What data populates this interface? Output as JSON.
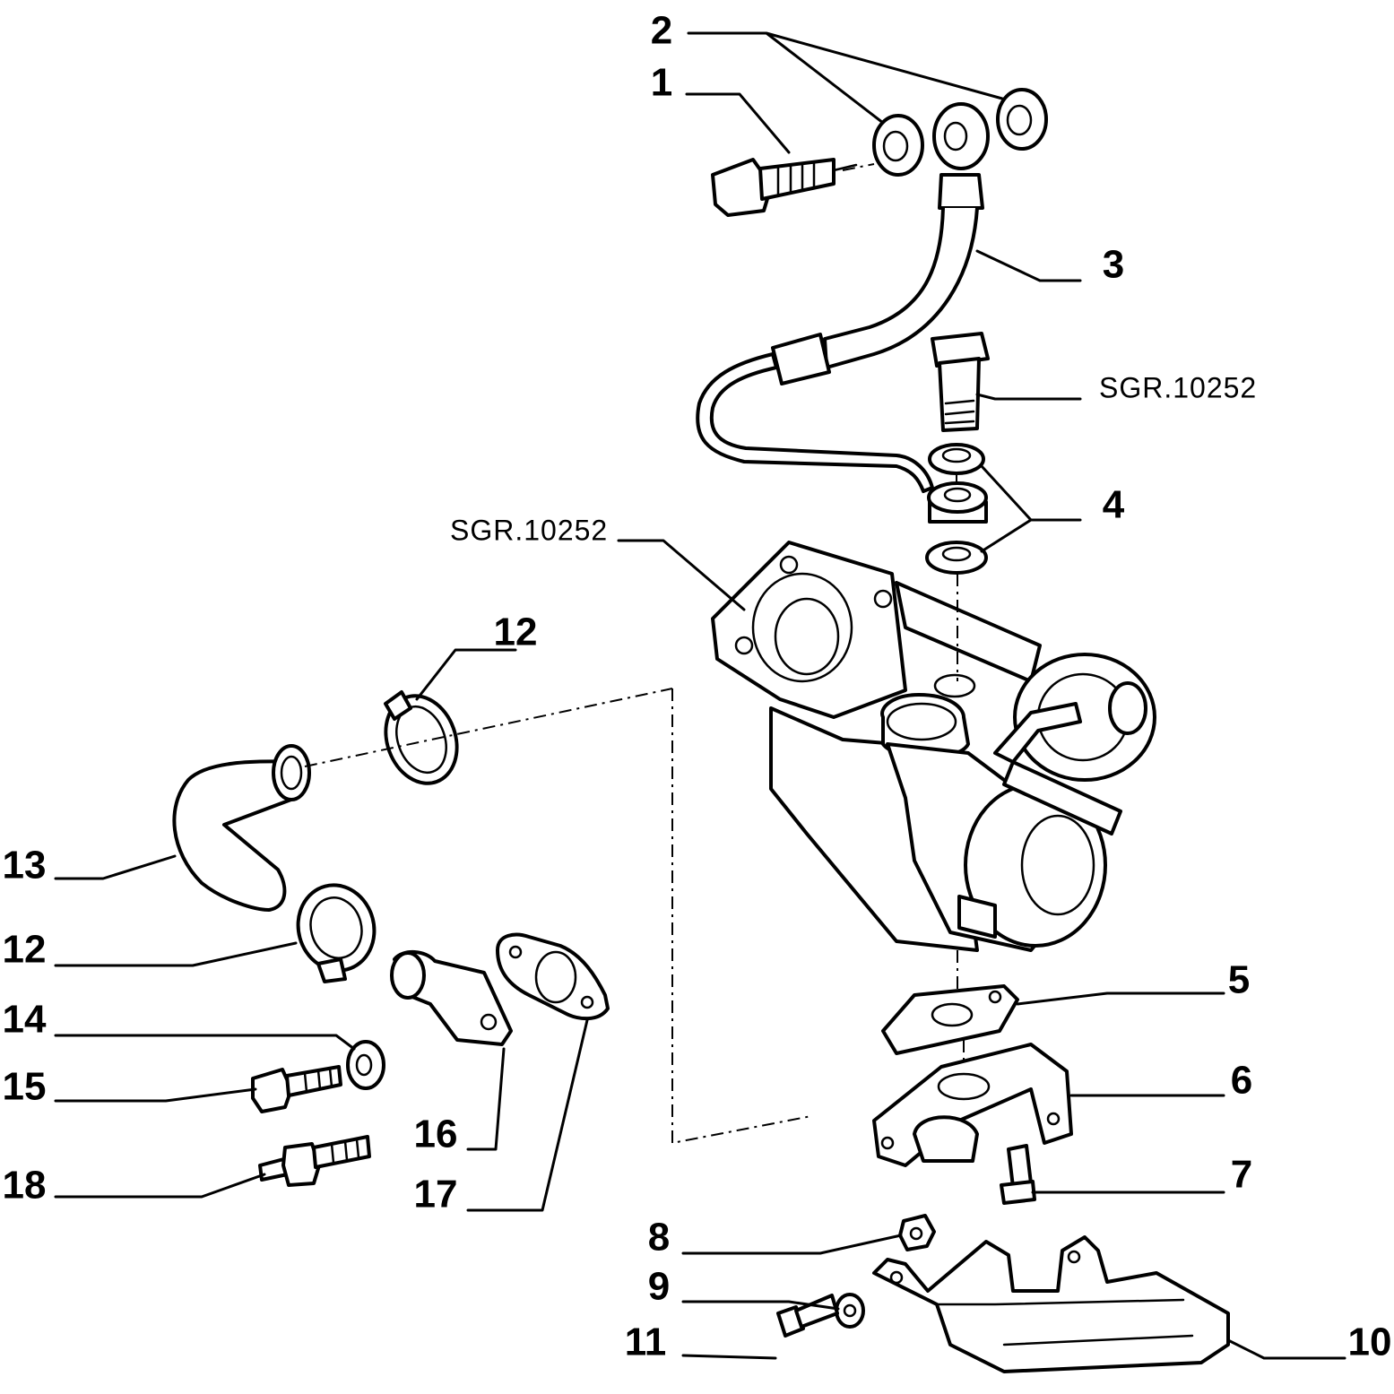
{
  "diagram": {
    "callouts": {
      "c1": "1",
      "c2": "2",
      "c3": "3",
      "c4": "4",
      "c5": "5",
      "c6": "6",
      "c7": "7",
      "c8": "8",
      "c9": "9",
      "c10": "10",
      "c11": "11",
      "c12a": "12",
      "c12b": "12",
      "c13": "13",
      "c14": "14",
      "c15": "15",
      "c16": "16",
      "c17": "17",
      "c18": "18"
    },
    "references": {
      "upper": "SGR.10252",
      "left": "SGR.10252"
    }
  }
}
